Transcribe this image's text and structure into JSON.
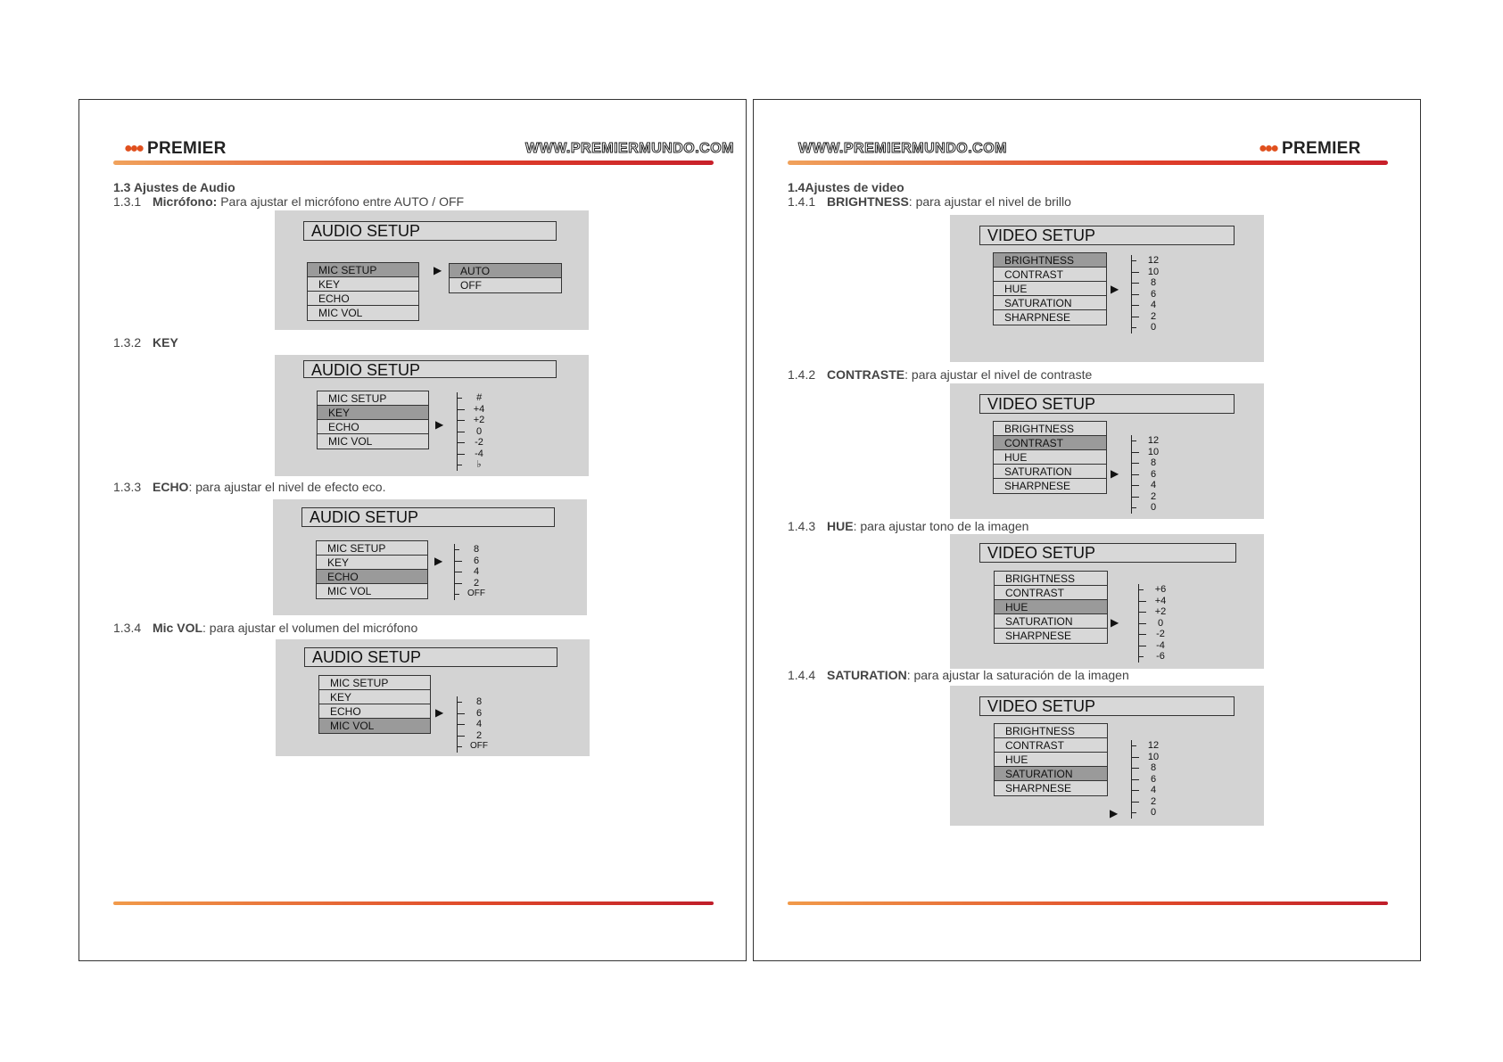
{
  "brand": "PREMIER",
  "url": "WWW.PREMIERMUNDO.COM",
  "left": {
    "section_title": "1.3 Ajustes de Audio",
    "items": [
      {
        "num": "1.3.1",
        "bold": "Micrófono:",
        "text": " Para ajustar el micrófono entre AUTO / OFF"
      },
      {
        "num": "1.3.2",
        "bold": "KEY",
        "text": ""
      },
      {
        "num": "1.3.3",
        "bold": "ECHO",
        "text": ": para ajustar el nivel de efecto eco."
      },
      {
        "num": "1.3.4",
        "bold": "Mic VOL",
        "text": ": para ajustar el volumen del micrófono"
      }
    ],
    "panel_title": "AUDIO SETUP",
    "menu": [
      "MIC SETUP",
      "KEY",
      "ECHO",
      "MIC VOL"
    ],
    "mic_options": [
      "AUTO",
      "OFF"
    ],
    "key_scale": [
      "#",
      "+4",
      "+2",
      "0",
      "-2",
      "-4",
      "♭"
    ],
    "echo_scale": [
      "8",
      "6",
      "4",
      "2",
      "OFF"
    ],
    "vol_scale": [
      "8",
      "6",
      "4",
      "2",
      "OFF"
    ]
  },
  "right": {
    "section_title": "1.4Ajustes de video",
    "items": [
      {
        "num": "1.4.1",
        "bold": "BRIGHTNESS",
        "text": ": para ajustar el nivel de brillo"
      },
      {
        "num": "1.4.2",
        "bold": "CONTRASTE",
        "text": ": para ajustar el nivel de contraste"
      },
      {
        "num": "1.4.3",
        "bold": "HUE",
        "text": ": para ajustar tono de la imagen"
      },
      {
        "num": "1.4.4",
        "bold": "SATURATION",
        "text": ": para ajustar la saturación de la imagen"
      }
    ],
    "panel_title": "VIDEO SETUP",
    "menu": [
      "BRIGHTNESS",
      "CONTRAST",
      "HUE",
      "SATURATION",
      "SHARPNESE"
    ],
    "level_scale": [
      "12",
      "10",
      "8",
      "6",
      "4",
      "2",
      "0"
    ],
    "hue_scale": [
      "+6",
      "+4",
      "+2",
      "0",
      "-2",
      "-4",
      "-6"
    ]
  }
}
